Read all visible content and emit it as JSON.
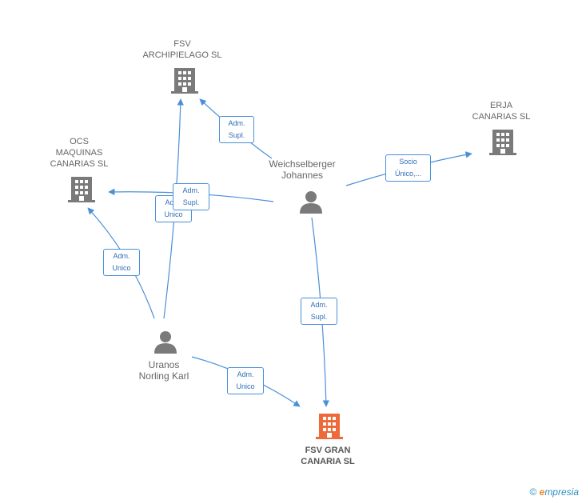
{
  "nodes": {
    "fsv_archipielago": {
      "label_line1": "FSV",
      "label_line2": "ARCHIPIELAGO SL"
    },
    "erja_canarias": {
      "label_line1": "ERJA",
      "label_line2": "CANARIAS  SL"
    },
    "ocs_maquinas": {
      "label_line1": "OCS",
      "label_line2": "MAQUINAS",
      "label_line3": "CANARIAS SL"
    },
    "weichselberger": {
      "label_line1": "Weichselberger",
      "label_line2": "Johannes"
    },
    "uranos": {
      "label_line1": "Uranos",
      "label_line2": "Norling Karl"
    },
    "fsv_gran_canaria": {
      "label_line1": "FSV GRAN",
      "label_line2": "CANARIA SL"
    }
  },
  "relations": {
    "r1": {
      "line1": "Adm.",
      "line2": "Supl."
    },
    "r2": {
      "line1": "Socio",
      "line2": "Único,..."
    },
    "r3": {
      "line1": "Adm.",
      "line2": "Unico"
    },
    "r4": {
      "line1": "Adm.",
      "line2": "Supl."
    },
    "r5": {
      "line1": "Adm.",
      "line2": "Unico"
    },
    "r6": {
      "line1": "Adm.",
      "line2": "Supl."
    },
    "r7": {
      "line1": "Adm.",
      "line2": "Unico"
    }
  },
  "colors": {
    "company": "#7a7a7a",
    "main_company": "#ee6a3a",
    "person": "#7a7a7a",
    "edge": "#4a90d9"
  },
  "watermark": {
    "symbol": "©",
    "brand_initial": "e",
    "brand_rest": "mpresia"
  }
}
